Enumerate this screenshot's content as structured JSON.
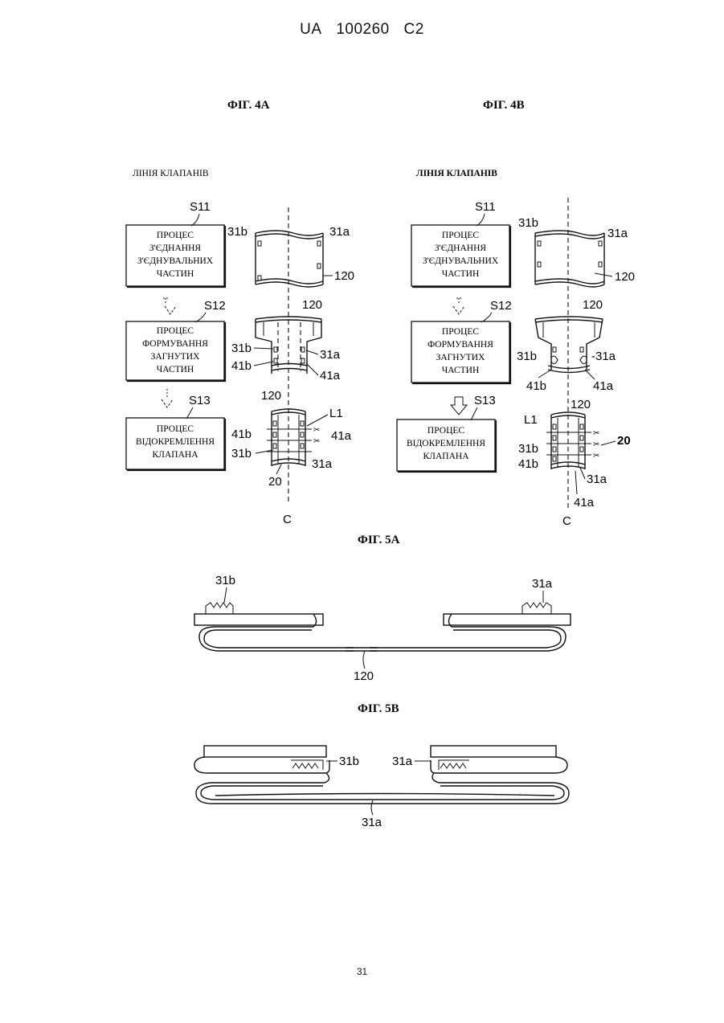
{
  "header": {
    "country": "UA",
    "number": "100260",
    "kind": "C2"
  },
  "page_number": "31",
  "fig4a": {
    "title": "ФІГ. 4А",
    "line_title": "ЛІНІЯ КЛАПАНІВ",
    "steps": [
      {
        "label": "S11",
        "lines": [
          "ПРОЦЕС",
          "З'ЄДНАННЯ",
          "З'ЄДНУВАЛЬНИХ",
          "ЧАСТИН"
        ]
      },
      {
        "label": "S12",
        "lines": [
          "ПРОЦЕС",
          "ФОРМУВАННЯ",
          "ЗАГНУТИХ",
          "ЧАСТИН"
        ]
      },
      {
        "label": "S13",
        "lines": [
          "ПРОЦЕС",
          "ВІДОКРЕМЛЕННЯ",
          "КЛАПАНА"
        ]
      }
    ],
    "refs": {
      "r31b_1": "31b",
      "r31a_1": "31a",
      "r120_1": "120",
      "r120_2": "120",
      "r31b_2": "31b",
      "r41b_2": "41b",
      "r31a_2": "31a",
      "r41a_2": "41a",
      "r120_3": "120",
      "rL1_3": "L1",
      "r41b_3": "41b",
      "r41a_3": "41a",
      "r31b_3": "31b",
      "r31a_3": "31a",
      "r20_3": "20",
      "rC": "C"
    }
  },
  "fig4b": {
    "title": "ФІГ. 4В",
    "line_title": "ЛІНІЯ КЛАПАНІВ",
    "steps": [
      {
        "label": "S11",
        "lines": [
          "ПРОЦЕС",
          "З'ЄДНАННЯ",
          "З'ЄДНУВАЛЬНИХ",
          "ЧАСТИН"
        ]
      },
      {
        "label": "S12",
        "lines": [
          "ПРОЦЕС",
          "ФОРМУВАННЯ",
          "ЗАГНУТИХ",
          "ЧАСТИН"
        ]
      },
      {
        "label": "S13",
        "lines": [
          "ПРОЦЕС",
          "ВІДОКРЕМЛЕННЯ",
          "КЛАПАНА"
        ]
      }
    ],
    "refs": {
      "r31b_1": "31b",
      "r31a_1": "31a",
      "r120_1": "120",
      "r120_2": "120",
      "r31b_2": "31b",
      "r31a_2": "-31a",
      "r41b_2": "41b",
      "r41a_2": "41a",
      "r120_3": "120",
      "rL1_3": "L1",
      "r20_3": "20",
      "r31b_3": "31b",
      "r41b_3": "41b",
      "r31a_3": "31a",
      "r41a_3": "41a",
      "rC": "C"
    }
  },
  "fig5a": {
    "title": "ФІГ. 5А",
    "r31b": "31b",
    "r31a": "31a",
    "r120": "120"
  },
  "fig5b": {
    "title": "ФІГ. 5В",
    "r31b": "31b",
    "r31a_top": "31a",
    "r31a_bottom": "31a"
  }
}
